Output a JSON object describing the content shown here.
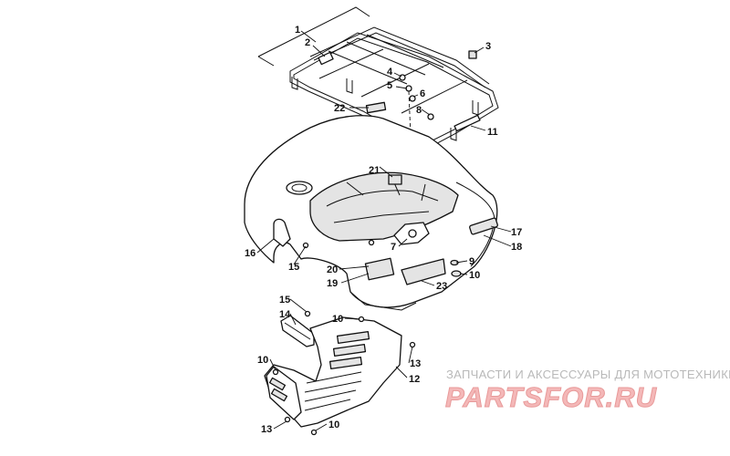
{
  "watermark": {
    "tagline": "ЗАПЧАСТИ И АКСЕССУАРЫ ДЛЯ МОТОТЕХНИКИ",
    "logo": "PARTSFOR.RU",
    "color_logo": "#f4b8b8",
    "color_tagline": "#b9b9b9"
  },
  "callouts": [
    {
      "id": "c1",
      "label": "1"
    },
    {
      "id": "c2",
      "label": "2"
    },
    {
      "id": "c3",
      "label": "3"
    },
    {
      "id": "c4",
      "label": "4"
    },
    {
      "id": "c5",
      "label": "5"
    },
    {
      "id": "c6",
      "label": "6"
    },
    {
      "id": "c8",
      "label": "8"
    },
    {
      "id": "c22",
      "label": "22"
    },
    {
      "id": "c11",
      "label": "11"
    },
    {
      "id": "c21",
      "label": "21"
    },
    {
      "id": "c17",
      "label": "17"
    },
    {
      "id": "c18",
      "label": "18"
    },
    {
      "id": "c16",
      "label": "16"
    },
    {
      "id": "c15a",
      "label": "15"
    },
    {
      "id": "c7",
      "label": "7"
    },
    {
      "id": "c9",
      "label": "9"
    },
    {
      "id": "c10a",
      "label": "10"
    },
    {
      "id": "c20",
      "label": "20"
    },
    {
      "id": "c19",
      "label": "19"
    },
    {
      "id": "c23",
      "label": "23"
    },
    {
      "id": "c15b",
      "label": "15"
    },
    {
      "id": "c14",
      "label": "14"
    },
    {
      "id": "c10b",
      "label": "10"
    },
    {
      "id": "c13a",
      "label": "13"
    },
    {
      "id": "c10c",
      "label": "10"
    },
    {
      "id": "c12",
      "label": "12"
    },
    {
      "id": "c13b",
      "label": "13"
    },
    {
      "id": "c10d",
      "label": "10"
    }
  ]
}
